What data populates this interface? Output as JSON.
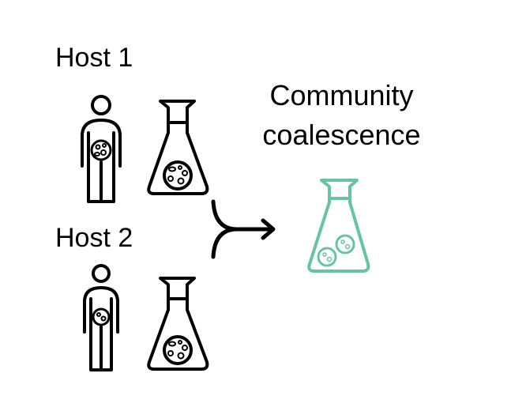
{
  "hosts": [
    {
      "label": "Host 1"
    },
    {
      "label": "Host 2"
    }
  ],
  "result": {
    "line1": "Community",
    "line2": "coalescence"
  },
  "colors": {
    "ink": "#000000",
    "accent": "#66c5a0"
  }
}
